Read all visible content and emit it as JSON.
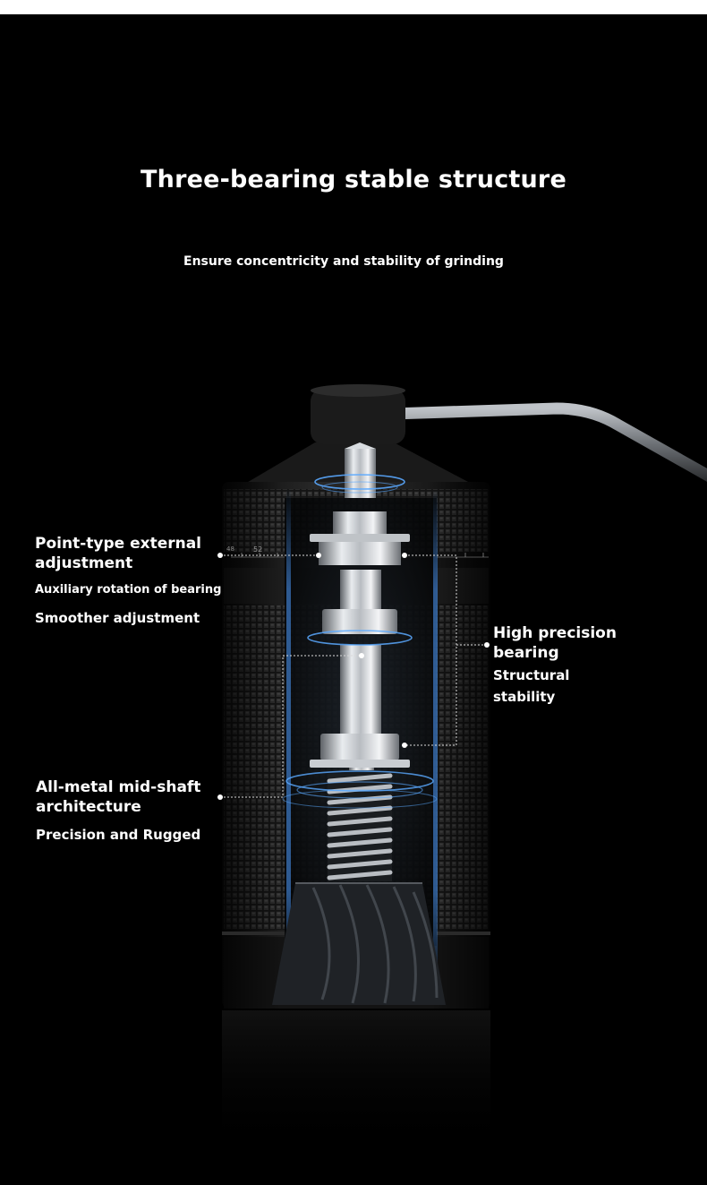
{
  "header": {
    "title": "Three-bearing stable structure",
    "subtitle": "Ensure concentricity and stability of grinding"
  },
  "callouts": {
    "external_adjustment": {
      "heading_line1": "Point-type external",
      "heading_line2": "adjustment",
      "detail": "Auxiliary rotation of bearing",
      "benefit": "Smoother adjustment"
    },
    "precision_bearing": {
      "heading_line1": "High precision",
      "heading_line2": "bearing",
      "detail_line1": "Structural",
      "detail_line2": "stability"
    },
    "mid_shaft": {
      "heading_line1": "All-metal mid-shaft",
      "heading_line2": "architecture",
      "benefit": "Precision and Rugged"
    }
  },
  "dial": {
    "mark_a": "48",
    "mark_b": "52"
  },
  "colors": {
    "background": "#000000",
    "text": "#ffffff",
    "glow": "#5aa9ff",
    "metal": "#c9cdd2"
  }
}
